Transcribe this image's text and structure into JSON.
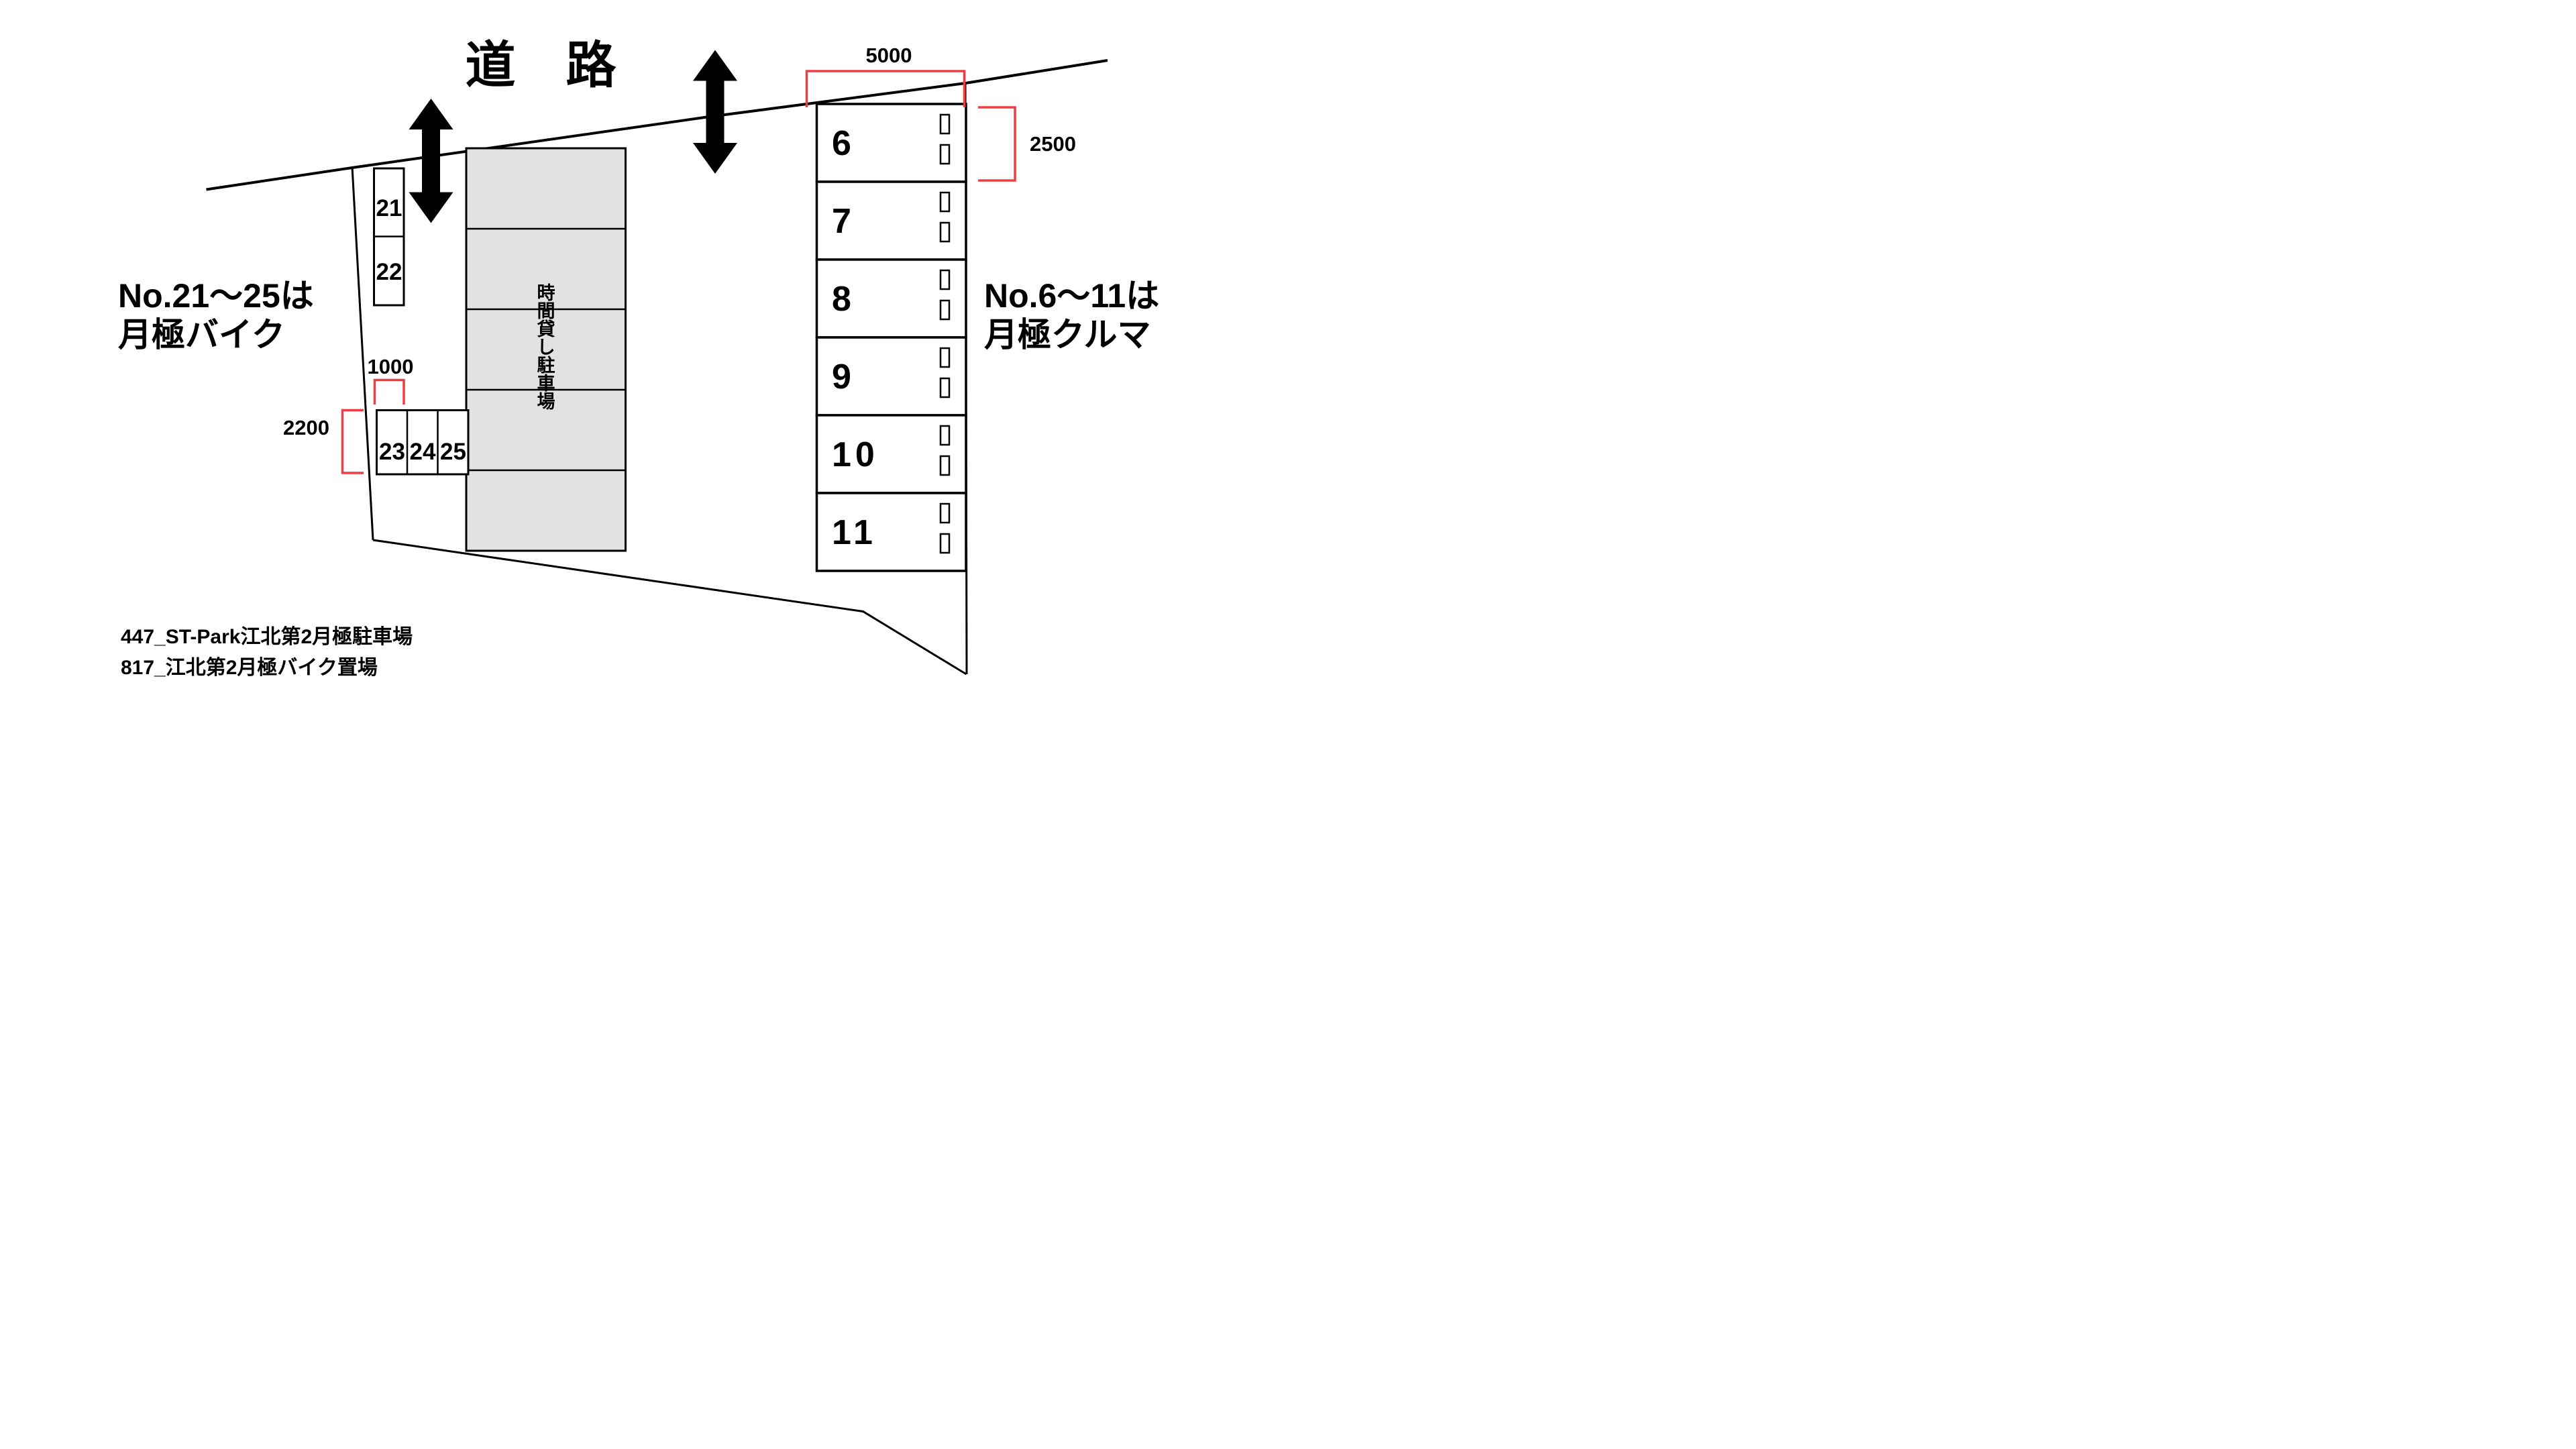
{
  "road_label": "道　路",
  "legend_left": {
    "line1": "No.21〜25は",
    "line2": "月極バイク"
  },
  "legend_right": {
    "line1": "No.6〜11は",
    "line2": "月極クルマ"
  },
  "hourly_parking_label": "時間貸し駐車場",
  "car_spaces": {
    "labels": [
      "6",
      "7",
      "8",
      "9",
      "10",
      "11"
    ]
  },
  "bike_spaces_column": {
    "labels": [
      "21",
      "22"
    ]
  },
  "bike_spaces_row": {
    "labels": [
      "23",
      "24",
      "25"
    ]
  },
  "dimensions": {
    "car_width_mm": "5000",
    "car_depth_mm": "2500",
    "bike_width_mm": "1000",
    "bike_depth_mm": "2200"
  },
  "footer": {
    "line1": "447_ST-Park江北第2月極駐車場",
    "line2": "817_江北第2月極バイク置場"
  },
  "colors": {
    "dimension_red": "#ee3e42",
    "hourly_area_fill": "#e2e2e2",
    "ink": "#000000"
  }
}
